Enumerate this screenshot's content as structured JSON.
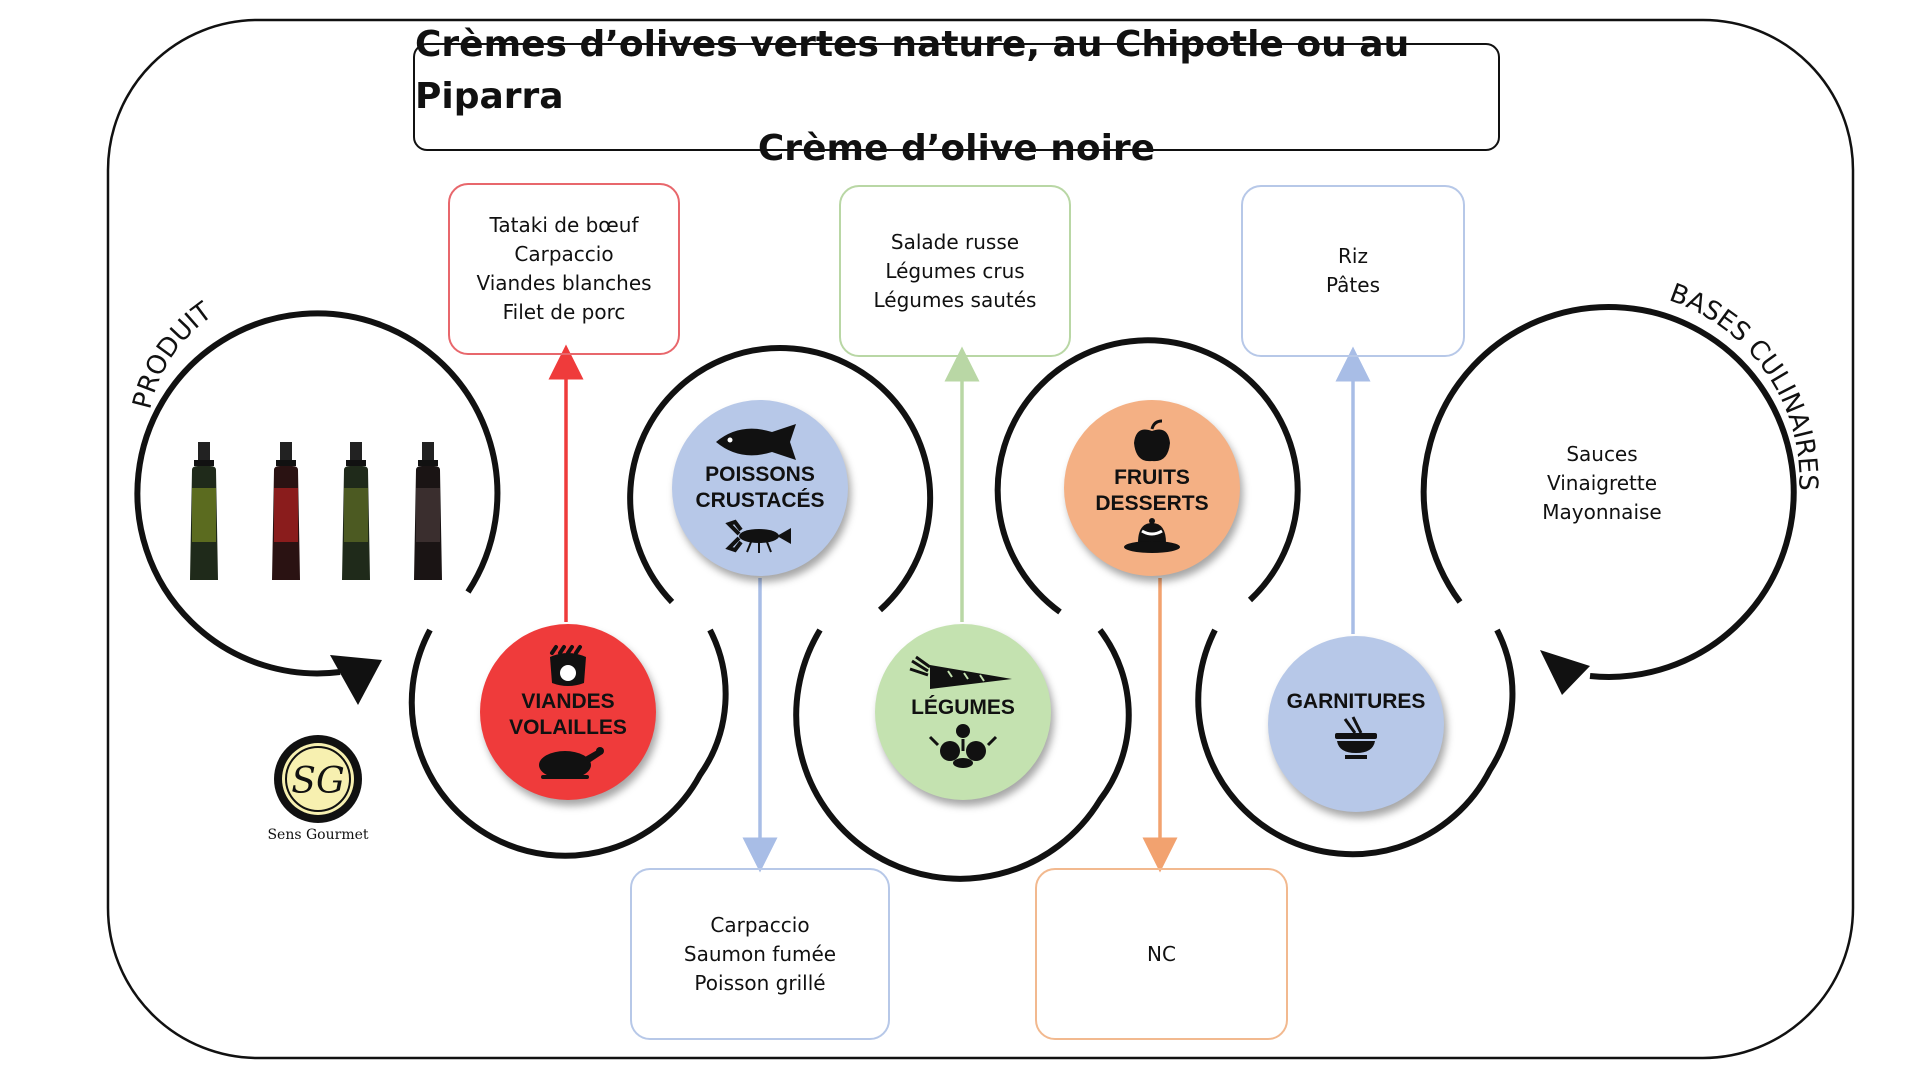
{
  "title": {
    "line1": "Crèmes d’olives vertes nature, au Chipotle ou au Piparra",
    "line2": "Crème d’olive noire"
  },
  "curved_labels": {
    "produit": "PRODUIT",
    "bases": "BASES CULINAIRES"
  },
  "categories": {
    "viandes": {
      "line1": "VIANDES",
      "line2": "VOLAILLES",
      "color": "#ef3b3b"
    },
    "poissons": {
      "line1": "POISSONS",
      "line2": "CRUSTACÉS",
      "color": "#b7c8e8"
    },
    "legumes": {
      "line1": "LÉGUMES",
      "color": "#c4e2b0"
    },
    "fruits": {
      "line1": "FRUITS",
      "line2": "DESSERTS",
      "color": "#f4b084"
    },
    "garnitures": {
      "line1": "GARNITURES",
      "color": "#b7c8e8"
    }
  },
  "boxes": {
    "viandes": [
      "Tataki de bœuf",
      "Carpaccio",
      "Viandes blanches",
      "Filet de porc"
    ],
    "legumes": [
      "Salade russe",
      "Légumes crus",
      "Légumes sautés"
    ],
    "garnitures": [
      "Riz",
      "Pâtes"
    ],
    "poissons": [
      "Carpaccio",
      "Saumon fumée",
      "Poisson grillé"
    ],
    "fruits": [
      "NC"
    ]
  },
  "bases": [
    "Sauces",
    "Vinaigrette",
    "Mayonnaise"
  ],
  "logo": {
    "monogram": "SG",
    "name": "Sens Gourmet"
  },
  "colors": {
    "red": "#ef3b3b",
    "blue": "#b7c8e8",
    "green": "#c4e2b0",
    "orange": "#f4b084",
    "line": "#111111"
  },
  "icons": [
    "meat-icon",
    "chicken-icon",
    "fish-icon",
    "lobster-icon",
    "carrot-icon",
    "vegetables-icon",
    "apple-icon",
    "pudding-icon",
    "bowl-icon",
    "olive-oil-bottle-icon"
  ]
}
